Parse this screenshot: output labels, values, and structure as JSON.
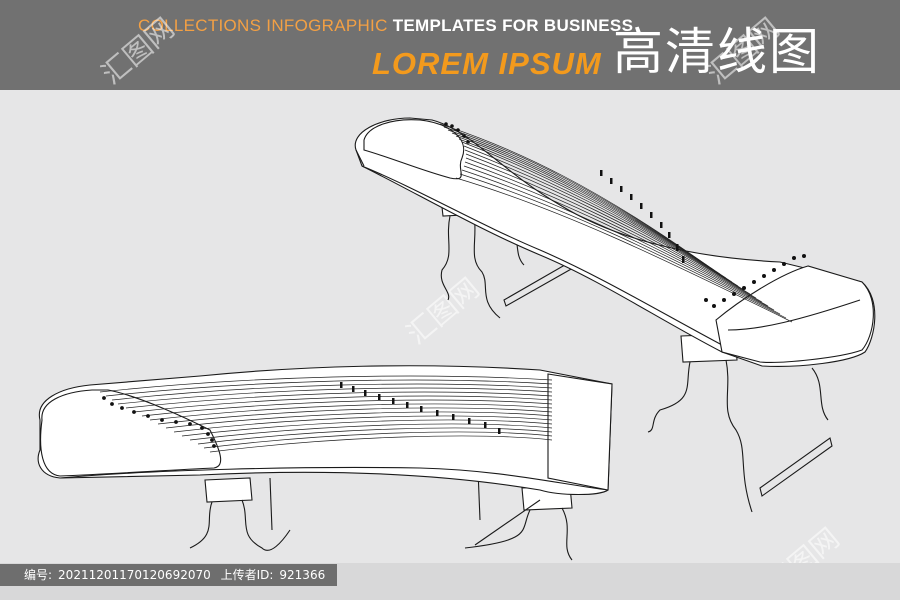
{
  "header": {
    "line1_orange": "COLLECTIONS  INFOGRAPHIC",
    "line1_white": "TEMPLATES FOR BUSINESS",
    "line2": "LOREM IPSUM",
    "title_cn": "高清线图"
  },
  "footer": {
    "id_label": "编号:",
    "id_value": "20211201170120692070",
    "uploader_label": "上传者ID:",
    "uploader_value": "921366"
  },
  "watermark": {
    "text": "汇图网"
  },
  "colors": {
    "header_bg": "#717171",
    "accent_orange": "#f39a1d",
    "canvas_bg": "#e6e6e7"
  },
  "icons": [
    "guzheng-drawing"
  ]
}
